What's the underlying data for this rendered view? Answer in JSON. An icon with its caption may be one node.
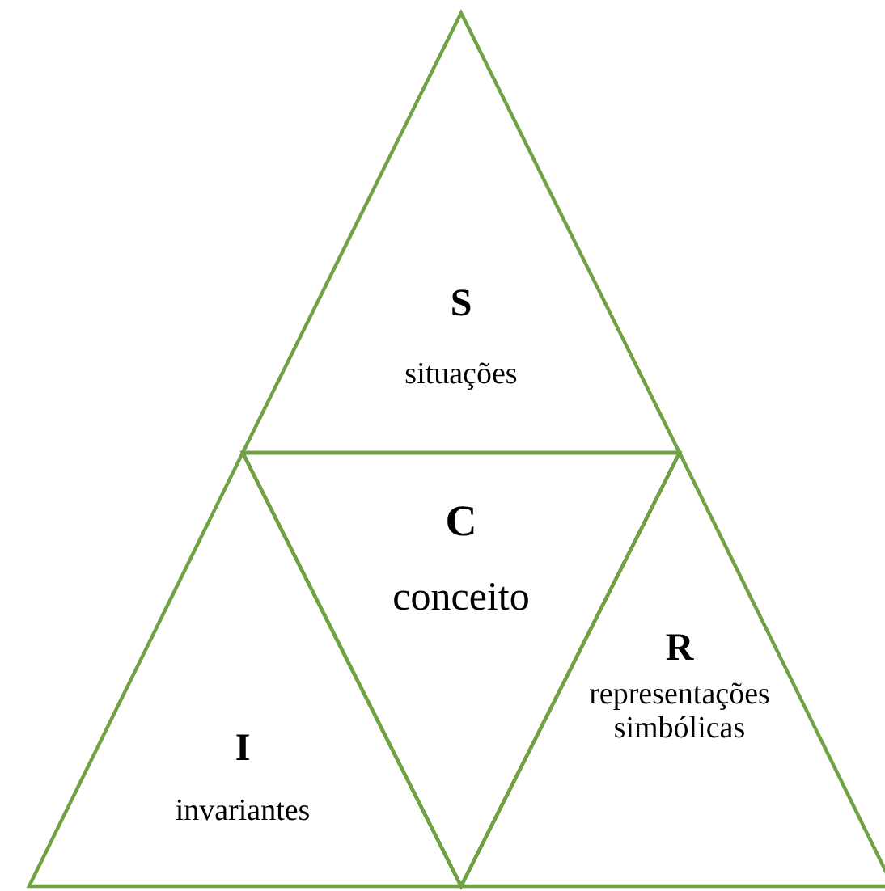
{
  "diagram": {
    "nodes": [
      {
        "text": [
          "S",
          "situações"
        ]
      },
      {
        "text": [
          "C",
          "conceito"
        ]
      },
      {
        "text": [
          "I",
          "invariantes"
        ]
      },
      {
        "text": [
          "R",
          "representações simbólicas"
        ]
      }
    ]
  }
}
